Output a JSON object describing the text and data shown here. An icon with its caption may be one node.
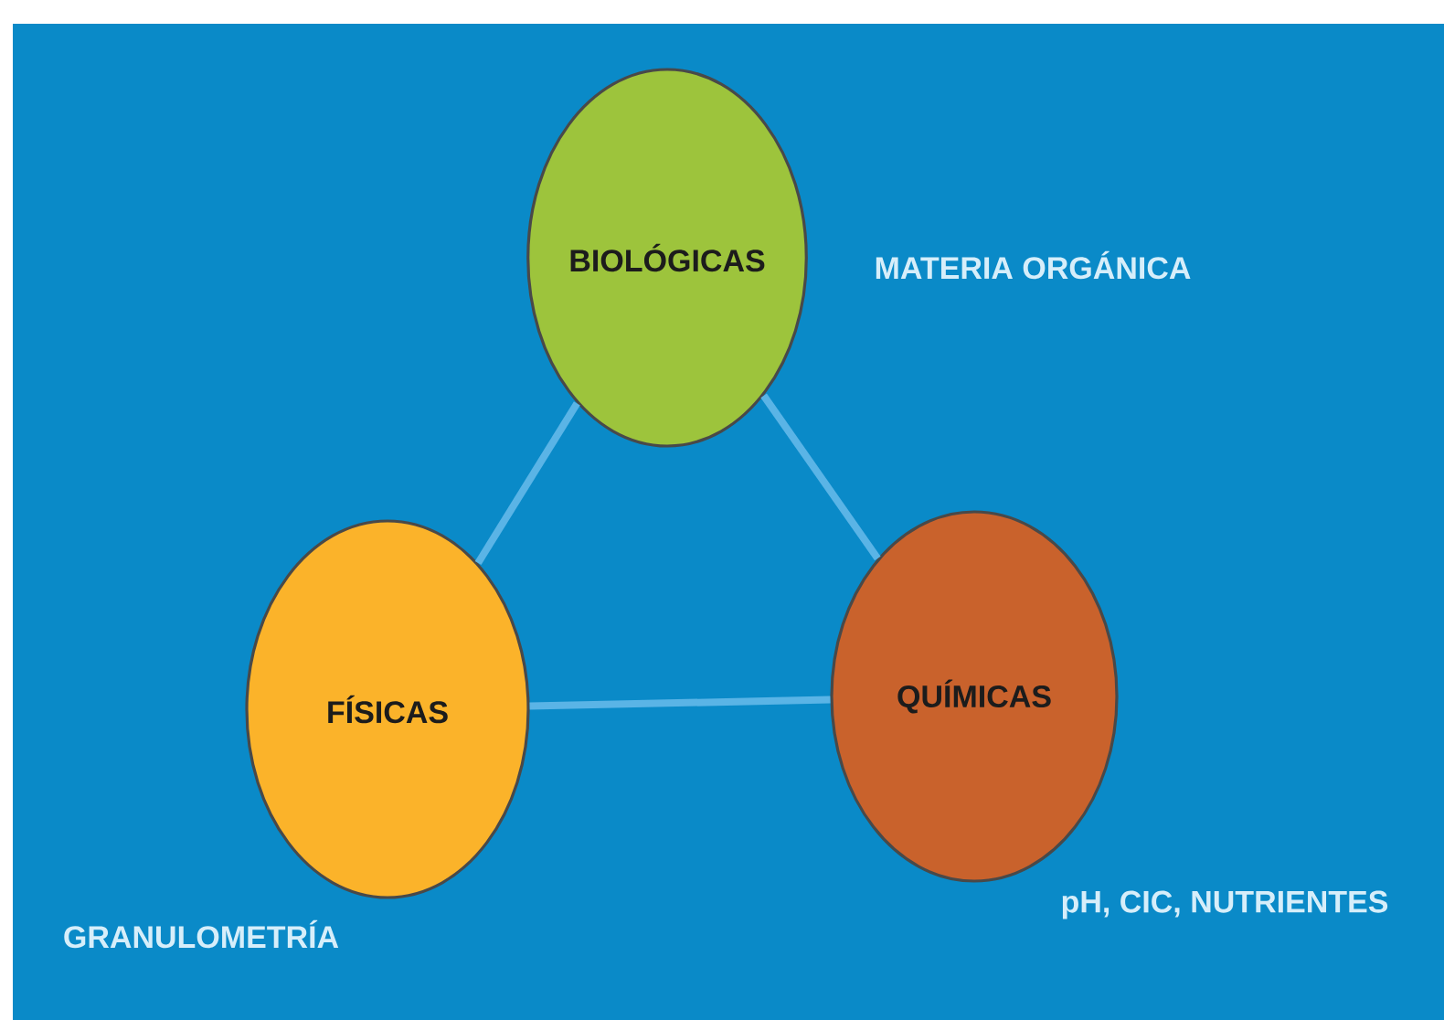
{
  "diagram": {
    "nodes": [
      {
        "text": [
          "BIOLÓGICAS"
        ],
        "beside": [
          "MATERIA ORGÁNICA"
        ]
      },
      {
        "text": [
          "FÍSICAS"
        ],
        "beside": [
          "GRANULOMETRÍA"
        ]
      },
      {
        "text": [
          "QUÍMICAS"
        ],
        "beside": [
          "pH, CIC, NUTRIENTES"
        ]
      }
    ],
    "edges": [
      {
        "from": 0,
        "to": 1,
        "arrow": "none"
      },
      {
        "from": 0,
        "to": 2,
        "arrow": "none"
      },
      {
        "from": 1,
        "to": 2,
        "arrow": "none"
      }
    ]
  }
}
